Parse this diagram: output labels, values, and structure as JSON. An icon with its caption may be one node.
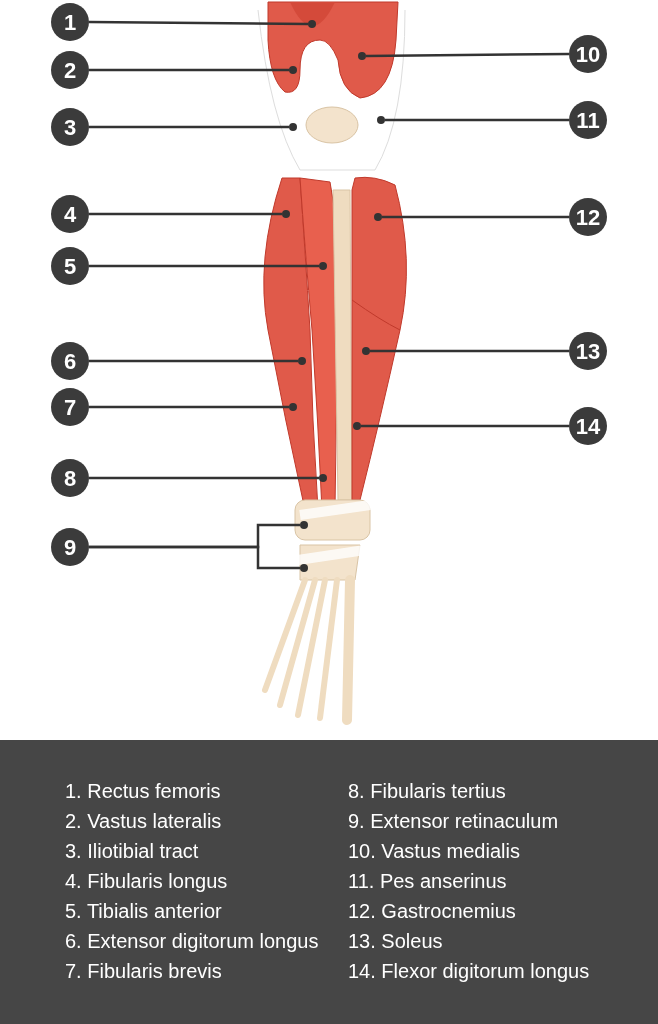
{
  "diagram": {
    "nodes": [
      {
        "text": [
          "1"
        ]
      },
      {
        "text": [
          "2"
        ]
      },
      {
        "text": [
          "3"
        ]
      },
      {
        "text": [
          "4"
        ]
      },
      {
        "text": [
          "5"
        ]
      },
      {
        "text": [
          "6"
        ]
      },
      {
        "text": [
          "7"
        ]
      },
      {
        "text": [
          "8"
        ]
      },
      {
        "text": [
          "9"
        ]
      },
      {
        "text": [
          "10"
        ]
      },
      {
        "text": [
          "11"
        ]
      },
      {
        "text": [
          "12"
        ]
      },
      {
        "text": [
          "13"
        ]
      },
      {
        "text": [
          "14"
        ]
      },
      {
        "text": [],
        "shape": "circle"
      },
      {
        "text": [],
        "shape": "circle"
      },
      {
        "text": [],
        "shape": "circle"
      },
      {
        "text": [],
        "shape": "circle"
      },
      {
        "text": [],
        "shape": "circle"
      },
      {
        "text": [],
        "shape": "circle"
      },
      {
        "text": [],
        "shape": "circle"
      },
      {
        "text": [],
        "shape": "circle"
      },
      {
        "text": [],
        "shape": "circle"
      },
      {
        "text": [],
        "shape": "circle"
      },
      {
        "text": [],
        "shape": "circle"
      },
      {
        "text": [],
        "shape": "circle"
      },
      {
        "text": [],
        "shape": "circle"
      },
      {
        "text": [],
        "shape": "circle"
      },
      {
        "text": [],
        "shape": "circle"
      }
    ],
    "edges": [
      {
        "from": 0,
        "to": 14,
        "arrow": "none"
      },
      {
        "from": 1,
        "to": 15,
        "arrow": "none"
      },
      {
        "from": 2,
        "to": 16,
        "arrow": "none"
      },
      {
        "from": 3,
        "to": 17,
        "arrow": "none"
      },
      {
        "from": 4,
        "to": 18,
        "arrow": "none"
      },
      {
        "from": 5,
        "to": 19,
        "arrow": "none"
      },
      {
        "from": 6,
        "to": 20,
        "arrow": "none"
      },
      {
        "from": 7,
        "to": 21,
        "arrow": "none"
      },
      {
        "from": 8,
        "to": 22,
        "arrow": "none"
      },
      {
        "from": 8,
        "to": 23,
        "arrow": "none"
      },
      {
        "from": 9,
        "to": 24,
        "arrow": "none"
      },
      {
        "from": 10,
        "to": 25,
        "arrow": "none"
      },
      {
        "from": 11,
        "to": 26,
        "arrow": "none"
      },
      {
        "from": 12,
        "to": 27,
        "arrow": "none"
      },
      {
        "from": 13,
        "to": 28,
        "arrow": "none"
      }
    ],
    "labels": [
      "1. Rectus femoris",
      "2. Vastus lateralis",
      "3. Iliotibial tract",
      "4. Fibularis longus",
      "5. Tibialis anterior",
      "6. Extensor digitorum longus",
      "7. Fibularis brevis",
      "8. Fibularis tertius",
      "9. Extensor retinaculum",
      "10. Vastus medialis",
      "11. Pes anserinus",
      "12. Gastrocnemius",
      "13. Soleus",
      "14. Flexor digitorum longus"
    ]
  }
}
